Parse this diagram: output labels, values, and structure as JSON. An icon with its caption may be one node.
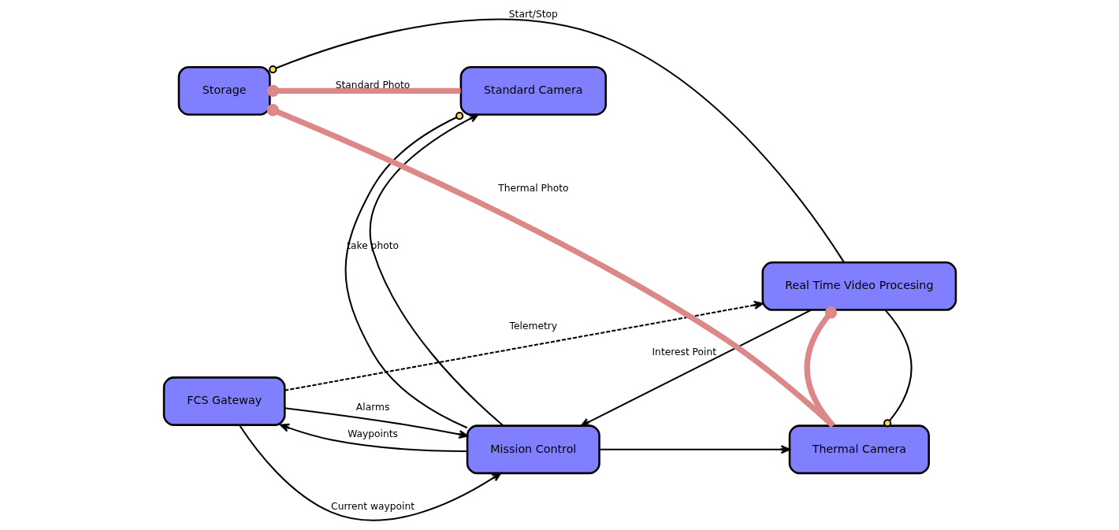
{
  "diagram": {
    "nodes": [
      {
        "text": [
          "FCS Gateway"
        ]
      },
      {
        "text": [
          "Mission Control"
        ]
      },
      {
        "text": [
          "Real Time Video Procesing"
        ]
      },
      {
        "text": [
          "Storage"
        ]
      },
      {
        "text": [
          "Standard Camera"
        ]
      },
      {
        "text": [
          "Thermal Camera"
        ]
      }
    ],
    "edges": [
      {
        "from": 0,
        "to": 1,
        "arrow": "to",
        "label": "Current waypoint"
      },
      {
        "from": 0,
        "to": 1,
        "arrow": "to",
        "label": "Alarms"
      },
      {
        "from": 1,
        "to": 0,
        "arrow": "to",
        "label": "Waypoints"
      },
      {
        "from": 0,
        "to": 2,
        "arrow": "to",
        "label": "Telemetry",
        "style": "dashed"
      },
      {
        "from": 2,
        "to": 1,
        "arrow": "to",
        "label": "Interest Point"
      },
      {
        "from": 1,
        "to": 4,
        "arrow": "to",
        "label": "take photo"
      },
      {
        "from": 1,
        "to": 5,
        "arrow": "to"
      },
      {
        "from": 2,
        "to": 3,
        "arrow": "other",
        "label": "Start/Stop"
      },
      {
        "from": 2,
        "to": 5,
        "arrow": "other"
      },
      {
        "from": 1,
        "to": 4,
        "arrow": "other"
      },
      {
        "from": 4,
        "to": 3,
        "arrow": "other",
        "label": "Standard Photo",
        "style": "thick",
        "color": "#dd8888"
      },
      {
        "from": 5,
        "to": 3,
        "arrow": "other",
        "label": "Thermal Photo",
        "style": "thick",
        "color": "#dd8888"
      },
      {
        "from": 5,
        "to": 2,
        "arrow": "other",
        "style": "thick",
        "color": "#dd8888"
      }
    ]
  }
}
